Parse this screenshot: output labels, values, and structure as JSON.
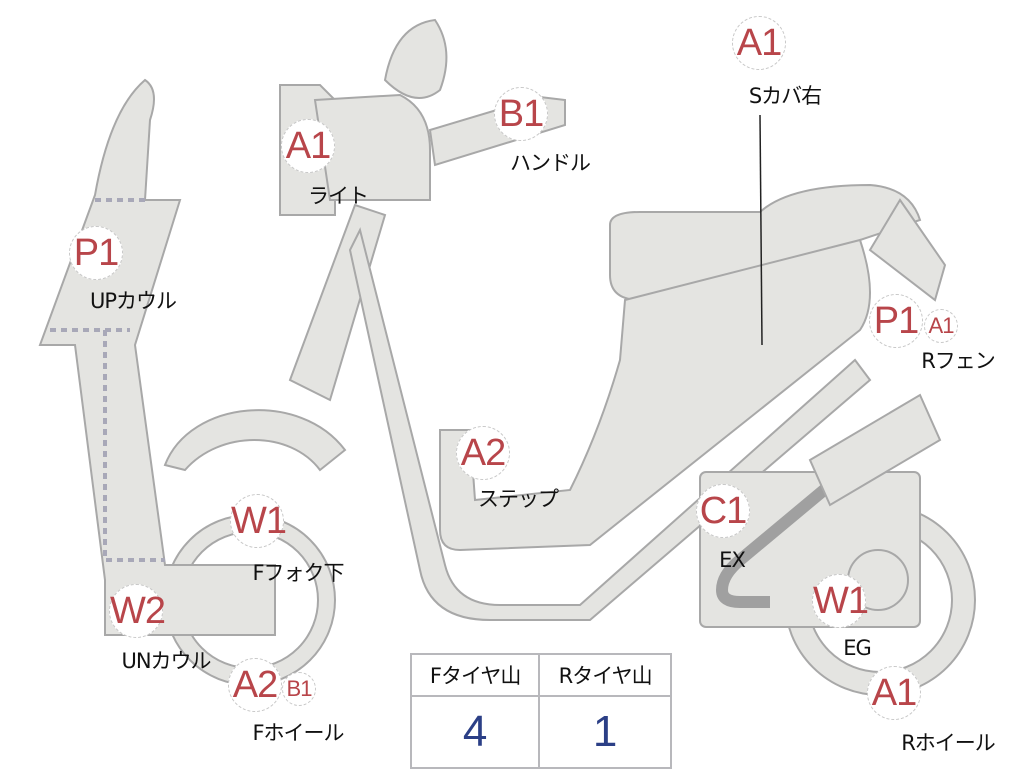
{
  "parts": {
    "light": {
      "code": "A1",
      "name": "ライト"
    },
    "handle": {
      "code": "B1",
      "name": "ハンドル"
    },
    "side_cover_right": {
      "code": "A1",
      "name": "Sカバ右"
    },
    "upper_cowl": {
      "code": "P1",
      "name": "UPカウル"
    },
    "rear_fender": {
      "code": "P1",
      "code2": "A1",
      "name": "Rフェン"
    },
    "step": {
      "code": "A2",
      "name": "ステップ"
    },
    "front_fork_lower": {
      "code": "W1",
      "name": "Fフォク下"
    },
    "exhaust": {
      "code": "C1",
      "name": "EX"
    },
    "under_cowl": {
      "code": "W2",
      "name": "UNカウル"
    },
    "engine": {
      "code": "W1",
      "name": "EG"
    },
    "front_wheel": {
      "code": "A2",
      "code2": "B1",
      "name": "Fホイール"
    },
    "rear_wheel": {
      "code": "A1",
      "name": "Rホイール"
    }
  },
  "tire_table": {
    "headers": [
      "Fタイヤ山",
      "Rタイヤ山"
    ],
    "values": [
      "4",
      "1"
    ]
  },
  "colors": {
    "code": "#b8454a",
    "value": "#2b3f86",
    "body": "#e4e4e1"
  }
}
